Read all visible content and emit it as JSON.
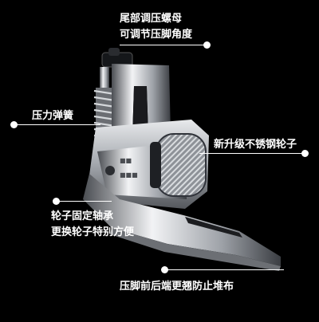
{
  "annotations": {
    "screw_line1": "尾部调压螺母",
    "screw_line2": "可调节压脚角度",
    "spring": "压力弹簧",
    "roller": "新升级不锈钢轮子",
    "axle_line1": "轮子固定轴承",
    "axle_line2": "更换轮子特别方便",
    "sole": "压脚前后端更翘防止堆布"
  },
  "colors": {
    "background": "#000000",
    "text": "#ffffff",
    "metal_light": "#eef0f2",
    "metal_dark": "#3a3d42"
  }
}
